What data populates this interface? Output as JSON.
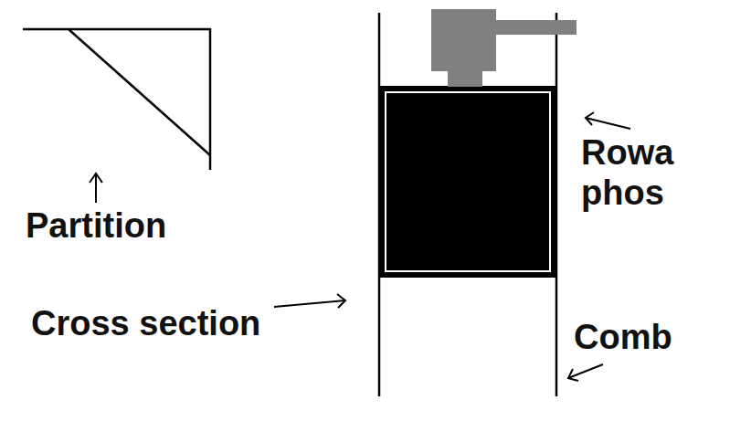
{
  "diagram": {
    "labels": [
      "Partition",
      "Cross section",
      "Rowa phos",
      "Comb"
    ]
  }
}
